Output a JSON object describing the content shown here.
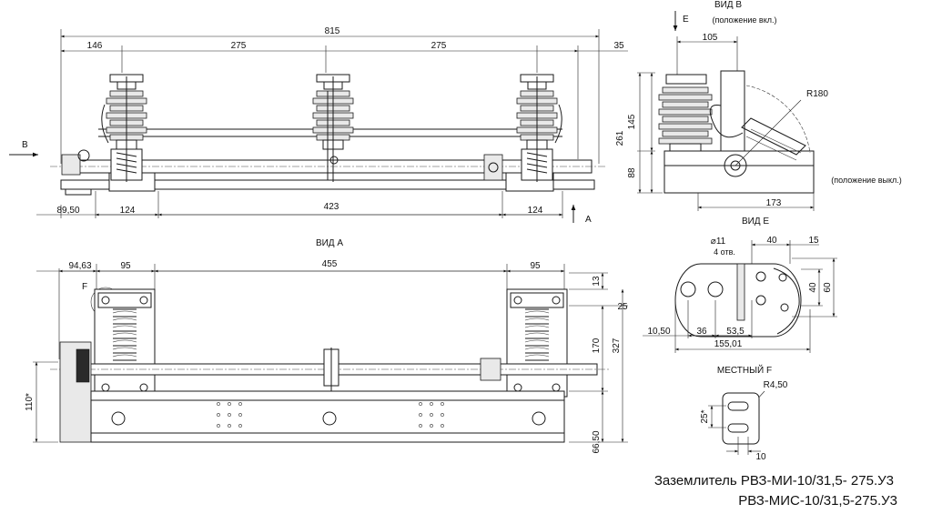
{
  "drawing": {
    "main_view": {
      "overall": "815",
      "spans": [
        "146",
        "275",
        "275",
        "35"
      ],
      "lower": [
        "89,50",
        "124",
        "423",
        "124"
      ],
      "arrow_b": "В",
      "arrow_a": "А"
    },
    "view_b": {
      "title": "ВИД В",
      "subtitle_on": "(положение вкл.)",
      "subtitle_off": "(положение выкл.)",
      "arrow_e": "Е",
      "dim_top": "105",
      "radius": "R180",
      "left_dims": [
        "145",
        "261",
        "88"
      ],
      "bottom_dim": "173"
    },
    "view_e": {
      "title": "ВИД Е",
      "hole_dia": "⌀11",
      "hole_count": "4 отв.",
      "top_dims": [
        "40",
        "15"
      ],
      "right_dims": [
        "40",
        "60"
      ],
      "bottom_dims": [
        "10,50",
        "36",
        "53,5",
        "155,01"
      ]
    },
    "view_a": {
      "title": "ВИД А",
      "top_dims": [
        "94,63",
        "95",
        "455",
        "95"
      ],
      "right_dims": [
        "13",
        "25",
        "170",
        "327",
        "66,50"
      ],
      "left_dim": "110*",
      "callout": "F"
    },
    "detail_f": {
      "title": "МЕСТНЫЙ F",
      "radius": "R4,50",
      "left_dim": "25*",
      "bottom_dim": "10"
    },
    "title_block": {
      "line1": "Заземлитель РВЗ-МИ-10/31,5- 275.У3",
      "line2": "РВЗ-МИС-10/31,5-275.У3"
    }
  }
}
